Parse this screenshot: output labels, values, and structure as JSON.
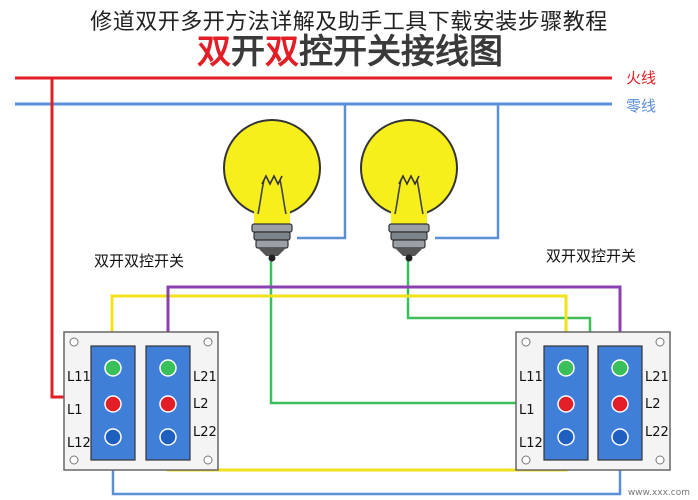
{
  "page_title": "修道双开多开方法详解及助手工具下载安装步骤教程",
  "diagram": {
    "title_parts": [
      "双",
      "开",
      "双",
      "控开关接线图"
    ],
    "live_line_label": "火线",
    "neutral_line_label": "零线",
    "left_switch_label": "双开双控开关",
    "right_switch_label": "双开双控开关",
    "terminals_left": [
      "L11",
      "L1",
      "L12"
    ],
    "terminals_right": [
      "L21",
      "L2",
      "L22"
    ],
    "watermark": "www.xxx.com"
  },
  "colors": {
    "live": "#e21f26",
    "neutral": "#5b8fd6",
    "green_wire": "#3bbf5a",
    "yellow_wire": "#f2e21a",
    "purple_wire": "#8b3fb0",
    "bulb": "#f7ef1c",
    "panel_blue": "#3f7fd8"
  }
}
